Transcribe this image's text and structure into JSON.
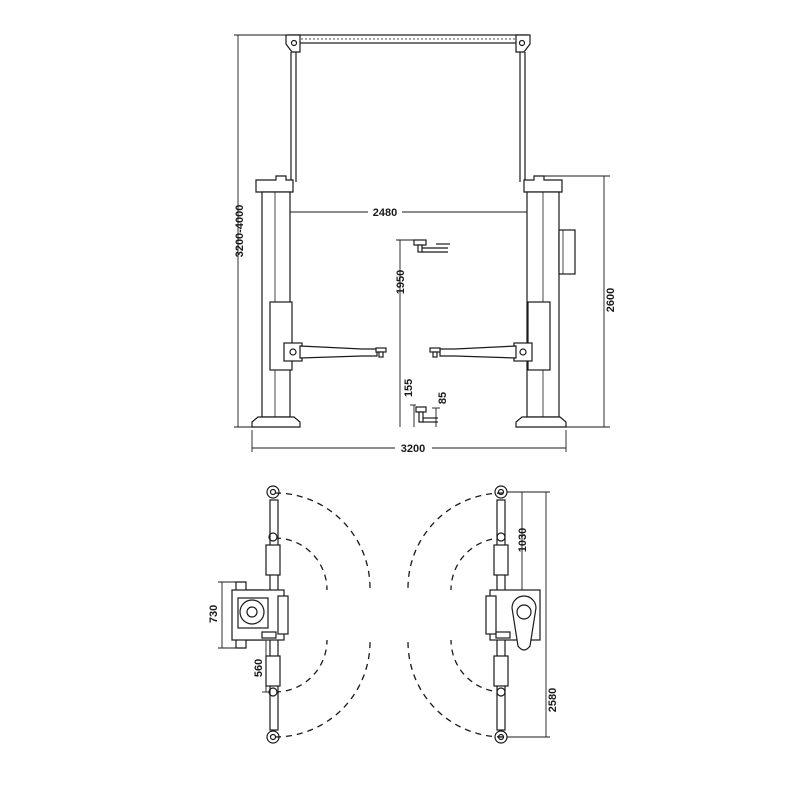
{
  "front_view": {
    "dimensions": {
      "total_height": "3200-4000",
      "width_between_columns": "2480",
      "column_height": "2600",
      "max_lift_height": "1950",
      "min_pad_height": "155",
      "pad_adjust": "85",
      "base_width": "3200"
    }
  },
  "top_view": {
    "dimensions": {
      "base_plate": "730",
      "arm_offset": "560",
      "short_arm_reach": "1030",
      "long_arm_reach": "2580"
    }
  },
  "colors": {
    "line": "#1a1a1a",
    "background": "#ffffff"
  }
}
